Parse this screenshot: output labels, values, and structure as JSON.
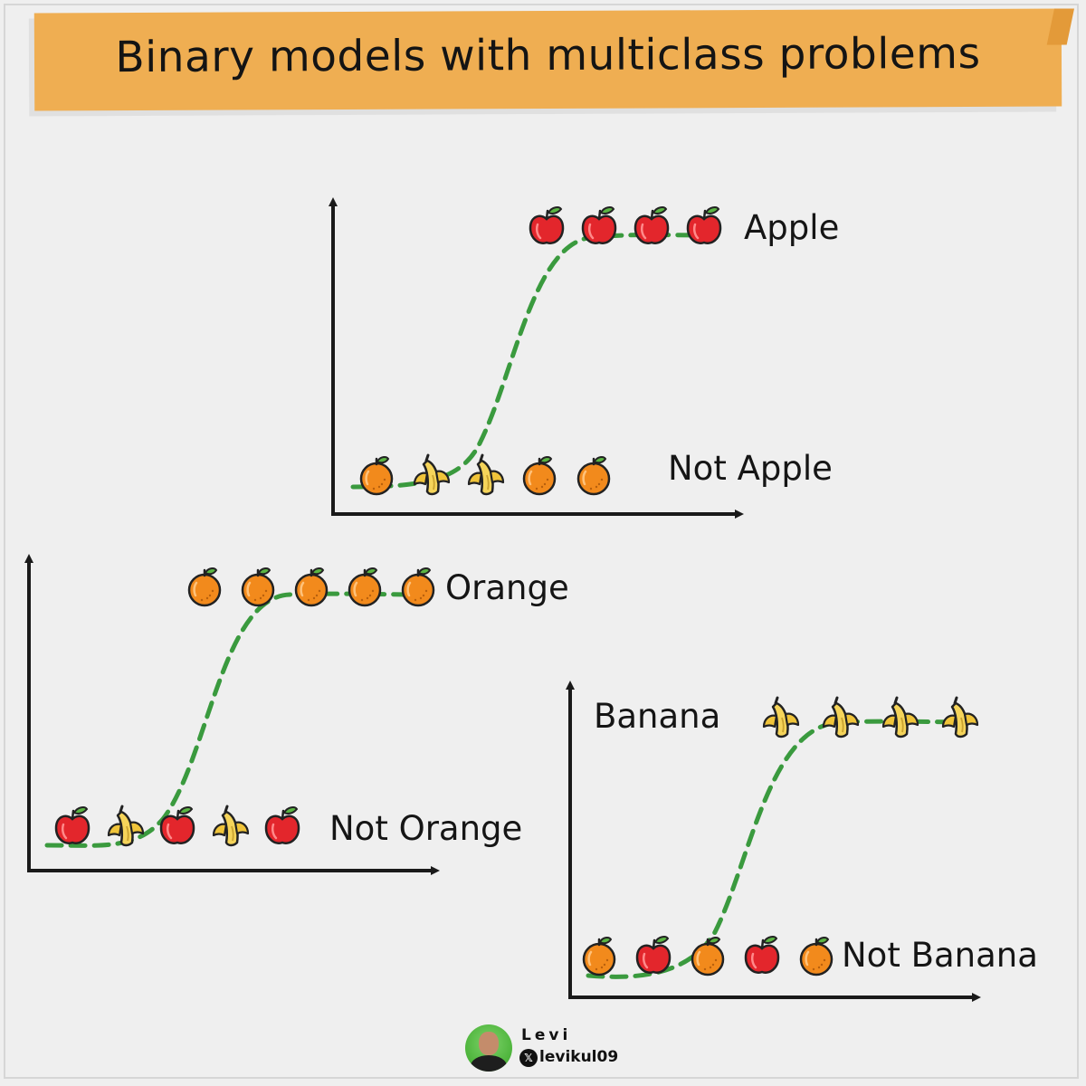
{
  "title": "Binary models with multiclass problems",
  "author": {
    "name": "Levi",
    "handle": "levikul09",
    "social_icon": "x-logo-icon",
    "avatar": "author-photo"
  },
  "colors": {
    "banner": "#efae52",
    "curve": "#3a9a3e",
    "axis": "#1a1a1a",
    "apple": "#e3262c",
    "orange": "#f28a1c",
    "banana": "#f5d45a"
  },
  "panels": [
    {
      "id": "apple",
      "positive_label": "Apple",
      "negative_label": "Not Apple",
      "positive_items": [
        "apple",
        "apple",
        "apple",
        "apple"
      ],
      "negative_items": [
        "orange",
        "banana",
        "banana",
        "orange",
        "orange"
      ]
    },
    {
      "id": "orange",
      "positive_label": "Orange",
      "negative_label": "Not Orange",
      "positive_items": [
        "orange",
        "orange",
        "orange",
        "orange",
        "orange"
      ],
      "negative_items": [
        "apple",
        "banana",
        "apple",
        "banana",
        "apple"
      ]
    },
    {
      "id": "banana",
      "positive_label": "Banana",
      "negative_label": "Not Banana",
      "positive_items": [
        "banana",
        "banana",
        "banana",
        "banana"
      ],
      "negative_items": [
        "orange",
        "apple",
        "orange",
        "apple",
        "orange"
      ]
    }
  ]
}
